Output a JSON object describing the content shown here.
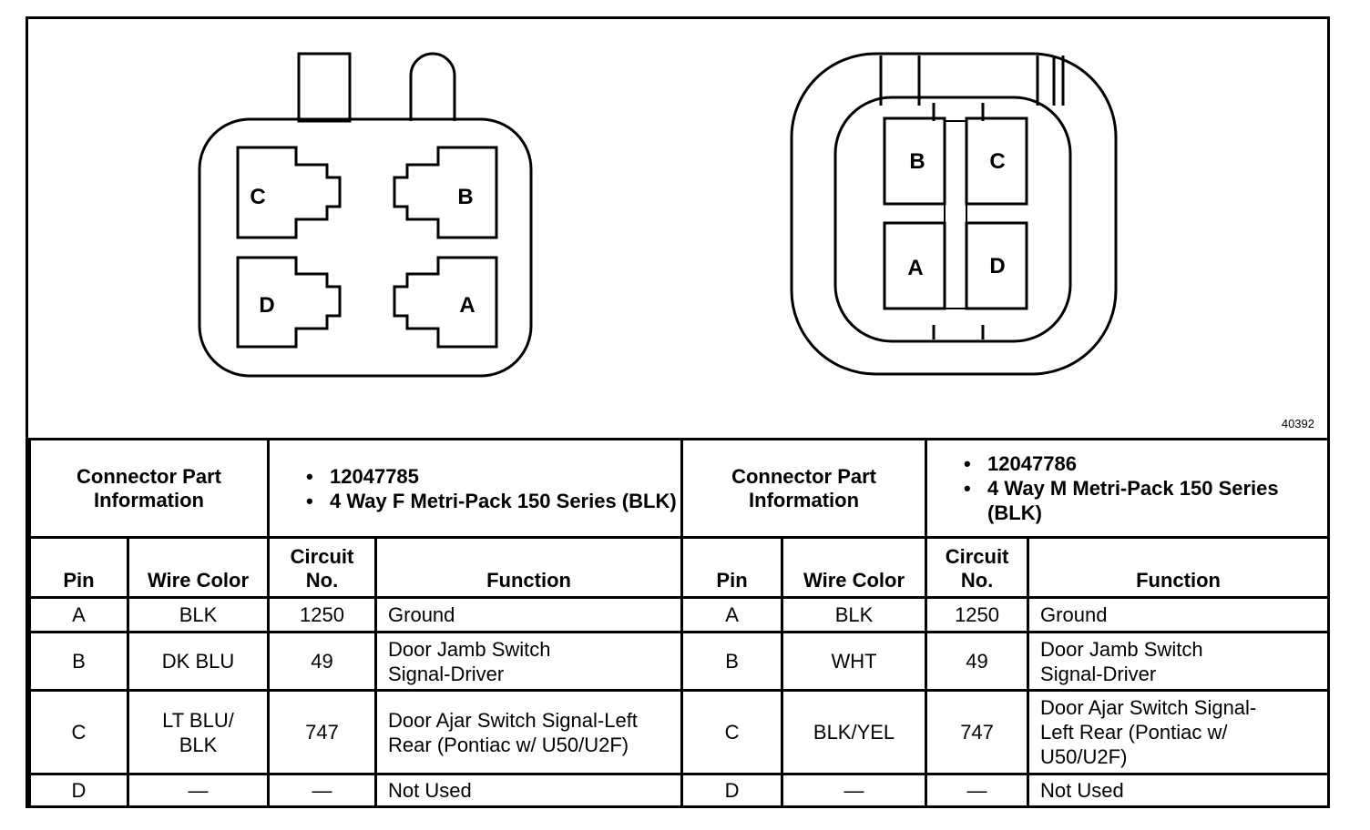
{
  "figure_id": "40392",
  "connectors": [
    {
      "pins_view": [
        "C",
        "B",
        "D",
        "A"
      ],
      "part_label": "Connector Part Information",
      "part_bullets": [
        "12047785",
        "4 Way F Metri-Pack 150 Series (BLK)"
      ],
      "columns": {
        "pin": "Pin",
        "wire_color": "Wire Color",
        "circuit": "Circuit No.",
        "function": "Function"
      },
      "rows": [
        {
          "pin": "A",
          "wire_color": "BLK",
          "circuit": "1250",
          "function": "Ground"
        },
        {
          "pin": "B",
          "wire_color": "DK BLU",
          "circuit": "49",
          "function": "Door Jamb Switch Signal-Driver"
        },
        {
          "pin": "C",
          "wire_color": "LT BLU/ BLK",
          "circuit": "747",
          "function": "Door Ajar Switch Signal-Left Rear (Pontiac w/ U50/U2F)"
        },
        {
          "pin": "D",
          "wire_color": "—",
          "circuit": "—",
          "function": "Not Used"
        }
      ]
    },
    {
      "pins_view": [
        "B",
        "C",
        "A",
        "D"
      ],
      "part_label": "Connector Part Information",
      "part_bullets": [
        "12047786",
        "4 Way M Metri-Pack 150 Series (BLK)"
      ],
      "columns": {
        "pin": "Pin",
        "wire_color": "Wire Color",
        "circuit": "Circuit No.",
        "function": "Function"
      },
      "rows": [
        {
          "pin": "A",
          "wire_color": "BLK",
          "circuit": "1250",
          "function": "Ground"
        },
        {
          "pin": "B",
          "wire_color": "WHT",
          "circuit": "49",
          "function": "Door Jamb Switch Signal-Driver"
        },
        {
          "pin": "C",
          "wire_color": "BLK/YEL",
          "circuit": "747",
          "function": "Door Ajar Switch Signal-Left Rear (Pontiac w/ U50/U2F)"
        },
        {
          "pin": "D",
          "wire_color": "—",
          "circuit": "—",
          "function": "Not Used"
        }
      ]
    }
  ]
}
